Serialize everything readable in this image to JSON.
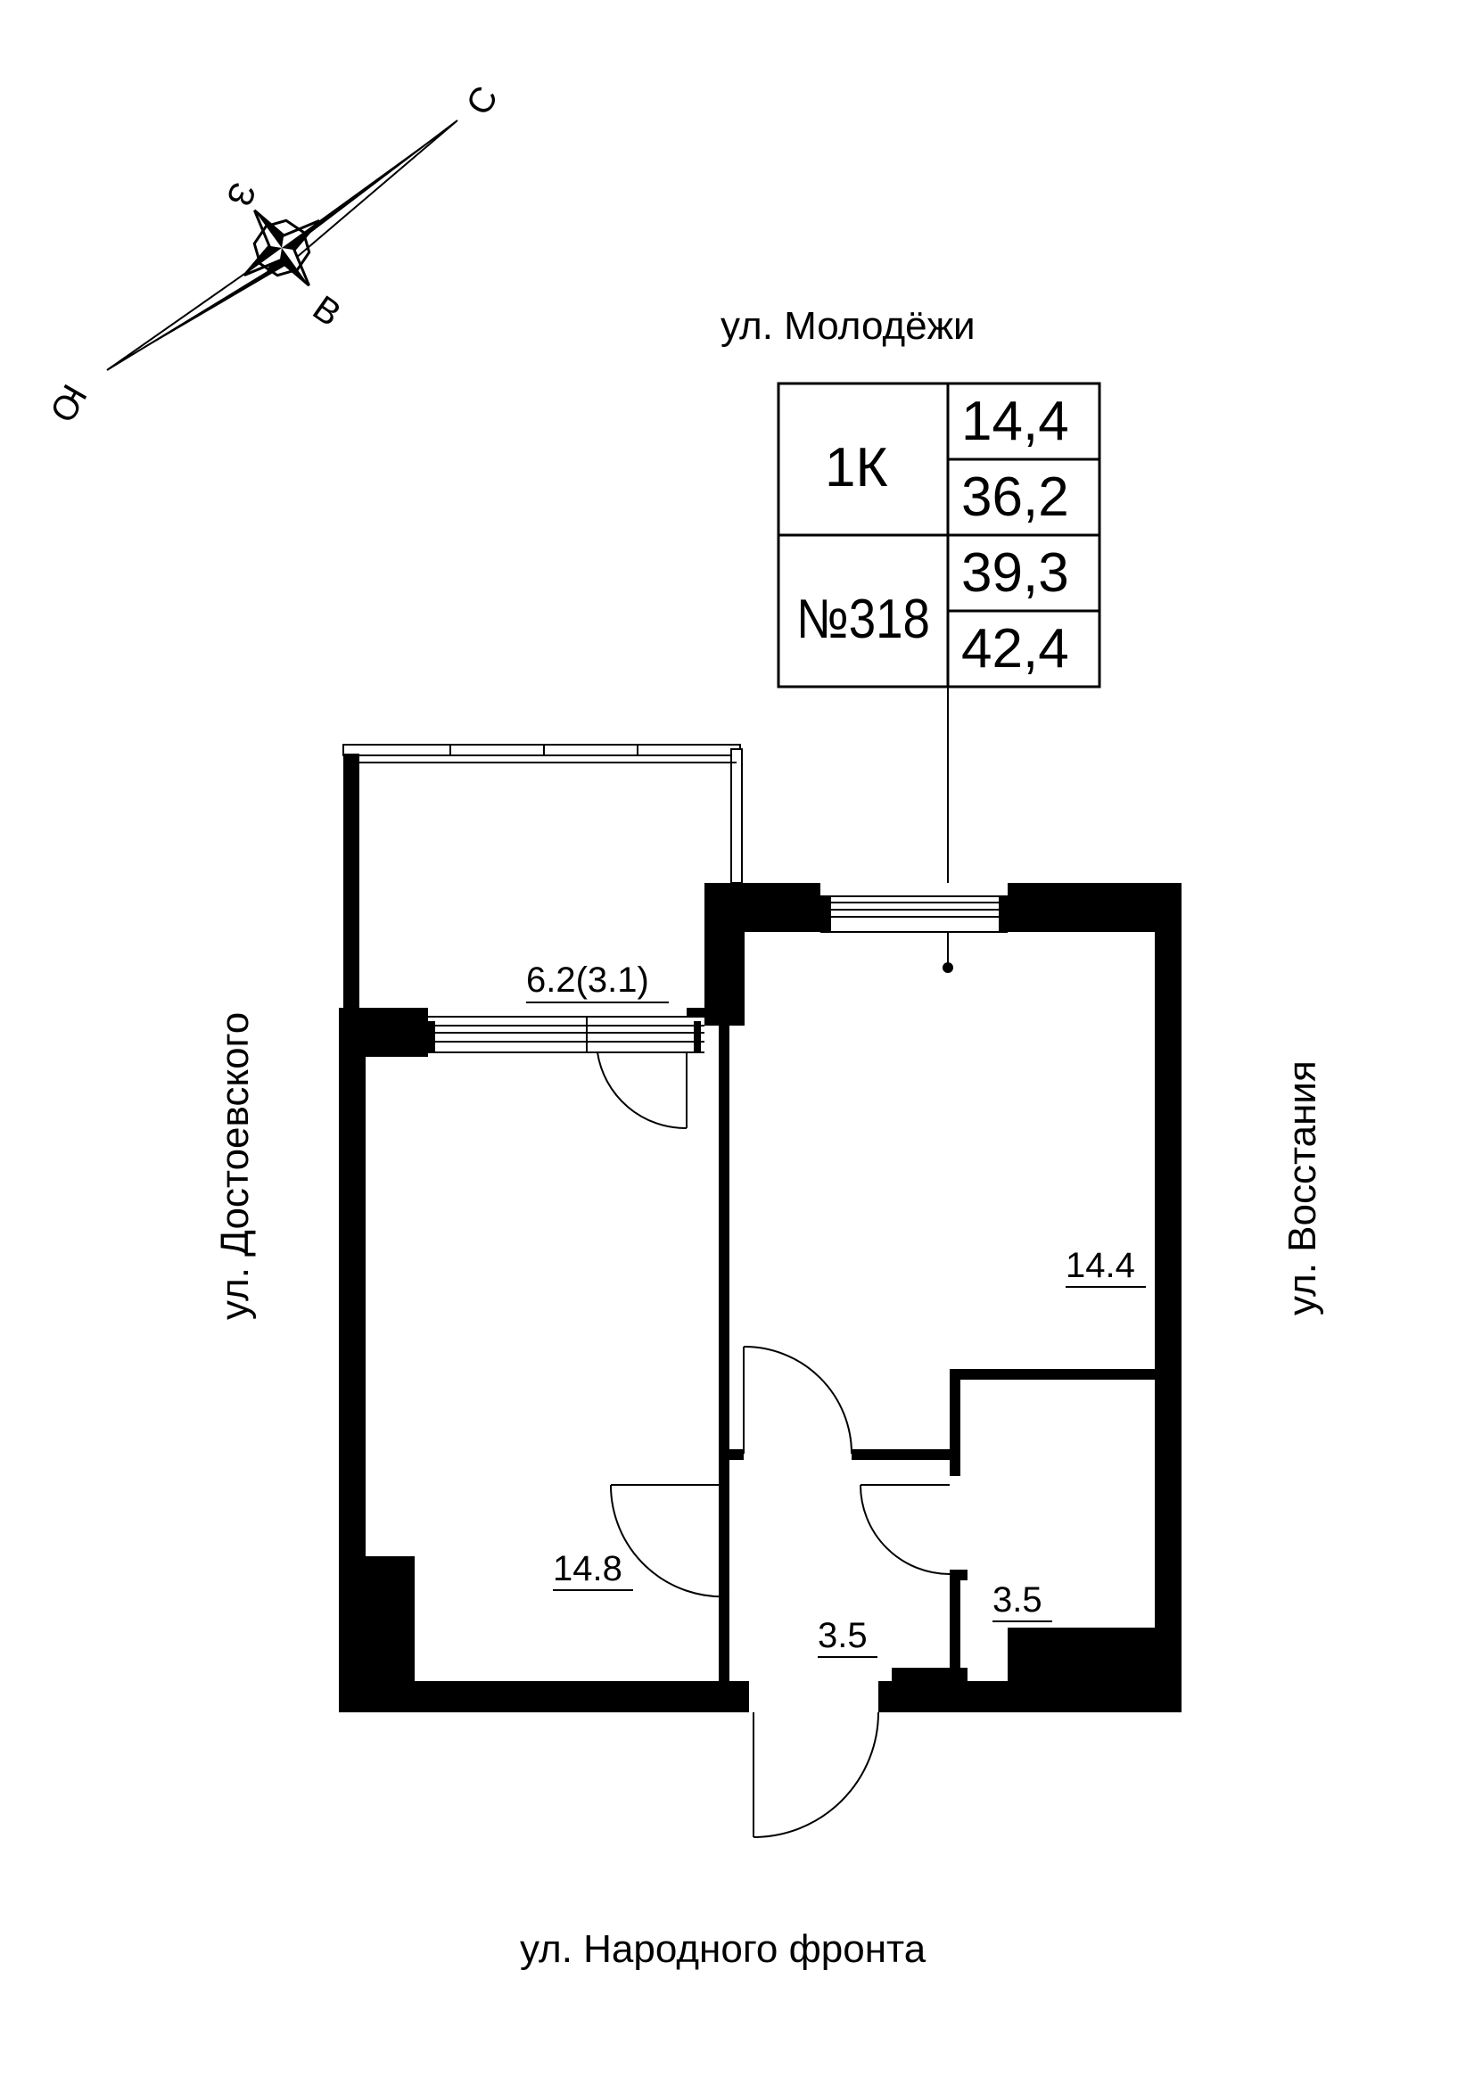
{
  "streets": {
    "north": "ул. Молодёжи",
    "west": "ул. Достоевского",
    "east": "ул. Восстания",
    "south": "ул. Народного фронта"
  },
  "compass": {
    "n": "С",
    "s": "Ю",
    "w": "З",
    "e": "В"
  },
  "card": {
    "type": "1К",
    "number": "№318",
    "values": [
      "14,4",
      "36,2",
      "39,3",
      "42,4"
    ]
  },
  "rooms": {
    "balcony": "6.2(3.1)",
    "living": "14.4",
    "bedroom": "14.8",
    "hall": "3.5",
    "bath": "3.5"
  },
  "colors": {
    "wall": "#000000",
    "background": "#ffffff",
    "line": "#000000"
  }
}
